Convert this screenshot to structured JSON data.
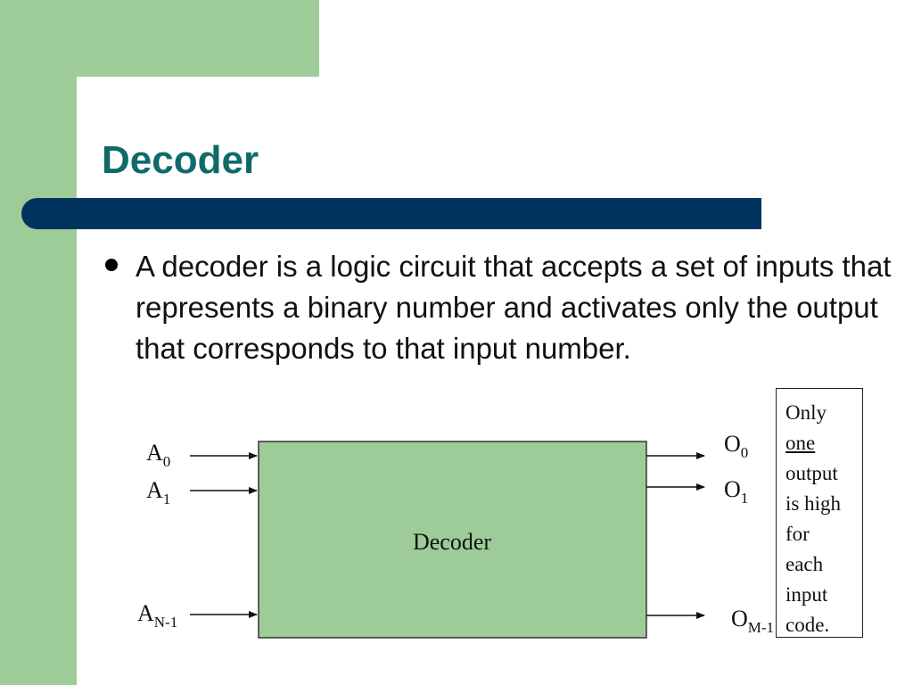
{
  "slide": {
    "title": "Decoder",
    "bullet": "A decoder is a logic circuit that accepts a set of inputs that represents a binary number and activates only the output that corresponds to that input number.",
    "colors": {
      "green": "#9dcc99",
      "title": "#0f6a6a",
      "rule": "#00345f",
      "box_fill": "#9dcc99"
    }
  },
  "diagram": {
    "box_label": "Decoder",
    "inputs": [
      {
        "base": "A",
        "sub": "0"
      },
      {
        "base": "A",
        "sub": "1"
      },
      {
        "base": "A",
        "sub": "N-1"
      }
    ],
    "outputs": [
      {
        "base": "O",
        "sub": "0"
      },
      {
        "base": "O",
        "sub": "1"
      },
      {
        "base": "O",
        "sub": "M-1"
      }
    ]
  },
  "note": {
    "lines": [
      "Only",
      "one",
      "output",
      "is high",
      "for",
      "each",
      "input",
      "code."
    ],
    "underlined_word": "one"
  }
}
